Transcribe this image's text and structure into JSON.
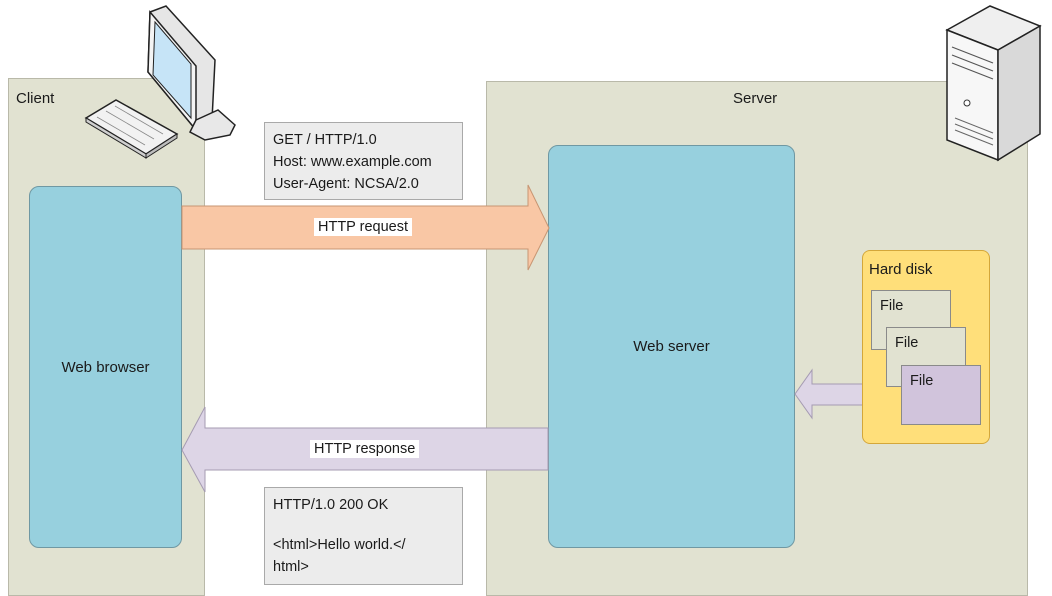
{
  "client": {
    "label": "Client"
  },
  "server": {
    "label": "Server"
  },
  "web_browser": {
    "label": "Web browser"
  },
  "web_server": {
    "label": "Web server"
  },
  "http_request": {
    "arrow_label": "HTTP request",
    "lines": [
      "GET / HTTP/1.0",
      "Host: www.example.com",
      "User-Agent: NCSA/2.0"
    ]
  },
  "http_response": {
    "arrow_label": "HTTP response",
    "lines": [
      "HTTP/1.0 200 OK",
      "",
      "<html>Hello world.</",
      "html>"
    ]
  },
  "hard_disk": {
    "label": "Hard disk",
    "files": [
      "File",
      "File",
      "File"
    ]
  },
  "colors": {
    "region": "#e1e2d1",
    "box": "#97d0de",
    "request_arrow": "#f9c7a5",
    "response_arrow": "#ddd5e6",
    "hard_disk": "#ffdf7a",
    "file_highlight": "#d1c4dc"
  },
  "icons": [
    "desktop-computer-icon",
    "keyboard-icon",
    "server-tower-icon"
  ]
}
